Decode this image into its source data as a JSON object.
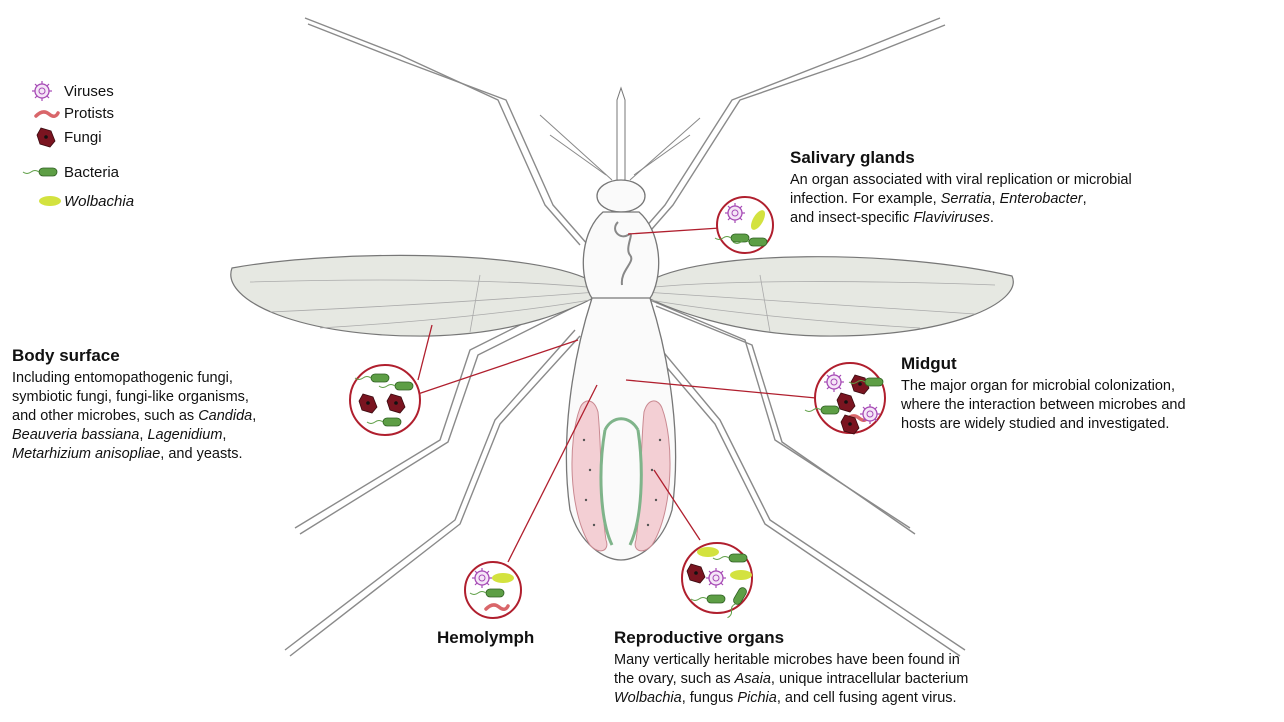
{
  "legend": [
    {
      "icon": "virus-icon",
      "label": "Viruses"
    },
    {
      "icon": "protist-icon",
      "label": "Protists"
    },
    {
      "icon": "fungi-icon",
      "label": "Fungi"
    },
    {
      "icon": "bacteria-icon",
      "label": "Bacteria"
    },
    {
      "icon": "wolbachia-icon",
      "label": "Wolbachia"
    }
  ],
  "salivary": {
    "title": "Salivary glands",
    "lines": [
      [
        {
          "t": "An organ associated with viral replication or microbial"
        }
      ],
      [
        {
          "t": "infection. For example, "
        },
        {
          "t": "Serratia",
          "i": true
        },
        {
          "t": ", "
        },
        {
          "t": "Enterobacter",
          "i": true
        },
        {
          "t": ","
        }
      ],
      [
        {
          "t": "and insect-specific "
        },
        {
          "t": "Flaviviruses",
          "i": true
        },
        {
          "t": "."
        }
      ]
    ]
  },
  "body_surface": {
    "title": "Body surface",
    "lines": [
      [
        {
          "t": "Including entomopathogenic fungi,"
        }
      ],
      [
        {
          "t": "symbiotic fungi, fungi-like organisms,"
        }
      ],
      [
        {
          "t": "and other microbes, such as "
        },
        {
          "t": "Candida",
          "i": true
        },
        {
          "t": ","
        }
      ],
      [
        {
          "t": "Beauveria bassiana",
          "i": true
        },
        {
          "t": ", "
        },
        {
          "t": "Lagenidium",
          "i": true
        },
        {
          "t": ","
        }
      ],
      [
        {
          "t": "Metarhizium anisopliae",
          "i": true
        },
        {
          "t": ", and yeasts."
        }
      ]
    ]
  },
  "midgut": {
    "title": "Midgut",
    "lines": [
      [
        {
          "t": "The major organ for microbial colonization,"
        }
      ],
      [
        {
          "t": "where the interaction between microbes and"
        }
      ],
      [
        {
          "t": "hosts are widely studied and investigated."
        }
      ]
    ]
  },
  "hemolymph": {
    "title": "Hemolymph"
  },
  "reproductive": {
    "title": "Reproductive organs",
    "lines": [
      [
        {
          "t": "Many vertically heritable microbes have been found in"
        }
      ],
      [
        {
          "t": "the ovary, such as "
        },
        {
          "t": "Asaia",
          "i": true
        },
        {
          "t": ", unique intracellular bacterium"
        }
      ],
      [
        {
          "t": "Wolbachia",
          "i": true
        },
        {
          "t": ", fungus "
        },
        {
          "t": "Pichia",
          "i": true
        },
        {
          "t": ", and cell fusing agent virus."
        }
      ]
    ]
  },
  "colors": {
    "leader_line": "#b01f2e",
    "virus": "#a64ab5",
    "protist": "#d9666a",
    "fungi": "#7a1420",
    "bacteria": "#5d9e45",
    "wolbachia": "#cfe03a",
    "wing_fill": "#e6e8e2",
    "repro_fill": "#f3cfd4",
    "gut_green": "#7fb48a"
  }
}
